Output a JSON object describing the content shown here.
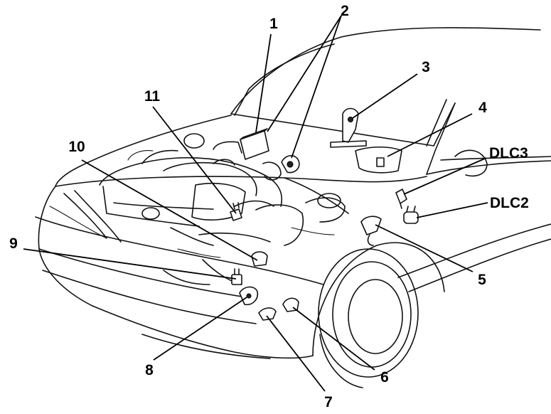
{
  "callouts": [
    {
      "id": "c1",
      "text": "1"
    },
    {
      "id": "c2",
      "text": "2"
    },
    {
      "id": "c3",
      "text": "3"
    },
    {
      "id": "c4",
      "text": "4"
    },
    {
      "id": "cdlc3",
      "text": "DLC3"
    },
    {
      "id": "cdlc2",
      "text": "DLC2"
    },
    {
      "id": "c5",
      "text": "5"
    },
    {
      "id": "c6",
      "text": "6"
    },
    {
      "id": "c7",
      "text": "7"
    },
    {
      "id": "c8",
      "text": "8"
    },
    {
      "id": "c9",
      "text": "9"
    },
    {
      "id": "c10",
      "text": "10"
    },
    {
      "id": "c11",
      "text": "11"
    }
  ]
}
